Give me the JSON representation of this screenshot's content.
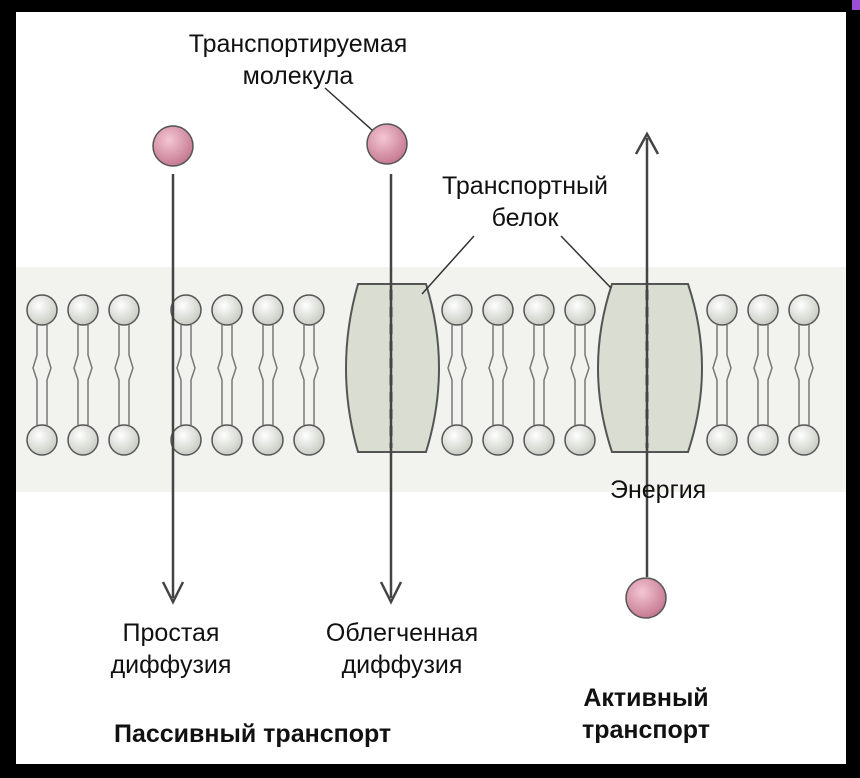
{
  "labels": {
    "transported_molecule": [
      "Транспортируемая",
      "молекула"
    ],
    "transport_protein": [
      "Транспортный",
      "белок"
    ],
    "energy": "Энергия",
    "simple_diffusion": [
      "Простая",
      "диффузия"
    ],
    "facilitated_diffusion": [
      "Облегченная",
      "диффузия"
    ],
    "passive_transport": "Пассивный транспорт",
    "active_transport": [
      "Активный",
      "транспорт"
    ]
  },
  "colors": {
    "molecule_fill": "#d98aa2",
    "protein_fill": "#d9ddd2",
    "lipid_head_fill": "#dfe1da",
    "membrane_background": "#eef0ea",
    "arrow": "#444444"
  }
}
